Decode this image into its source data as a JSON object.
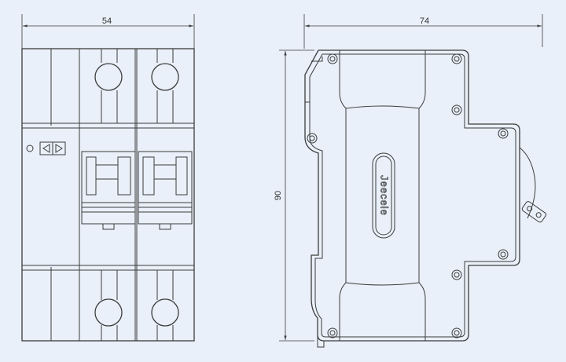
{
  "front_view": {
    "width_dimension": "54"
  },
  "side_view": {
    "depth_dimension": "74",
    "height_dimension": "90",
    "brand_mark": "Jeecele"
  },
  "colors": {
    "background": "#e9f0f9",
    "line": "#3c3c3c"
  }
}
